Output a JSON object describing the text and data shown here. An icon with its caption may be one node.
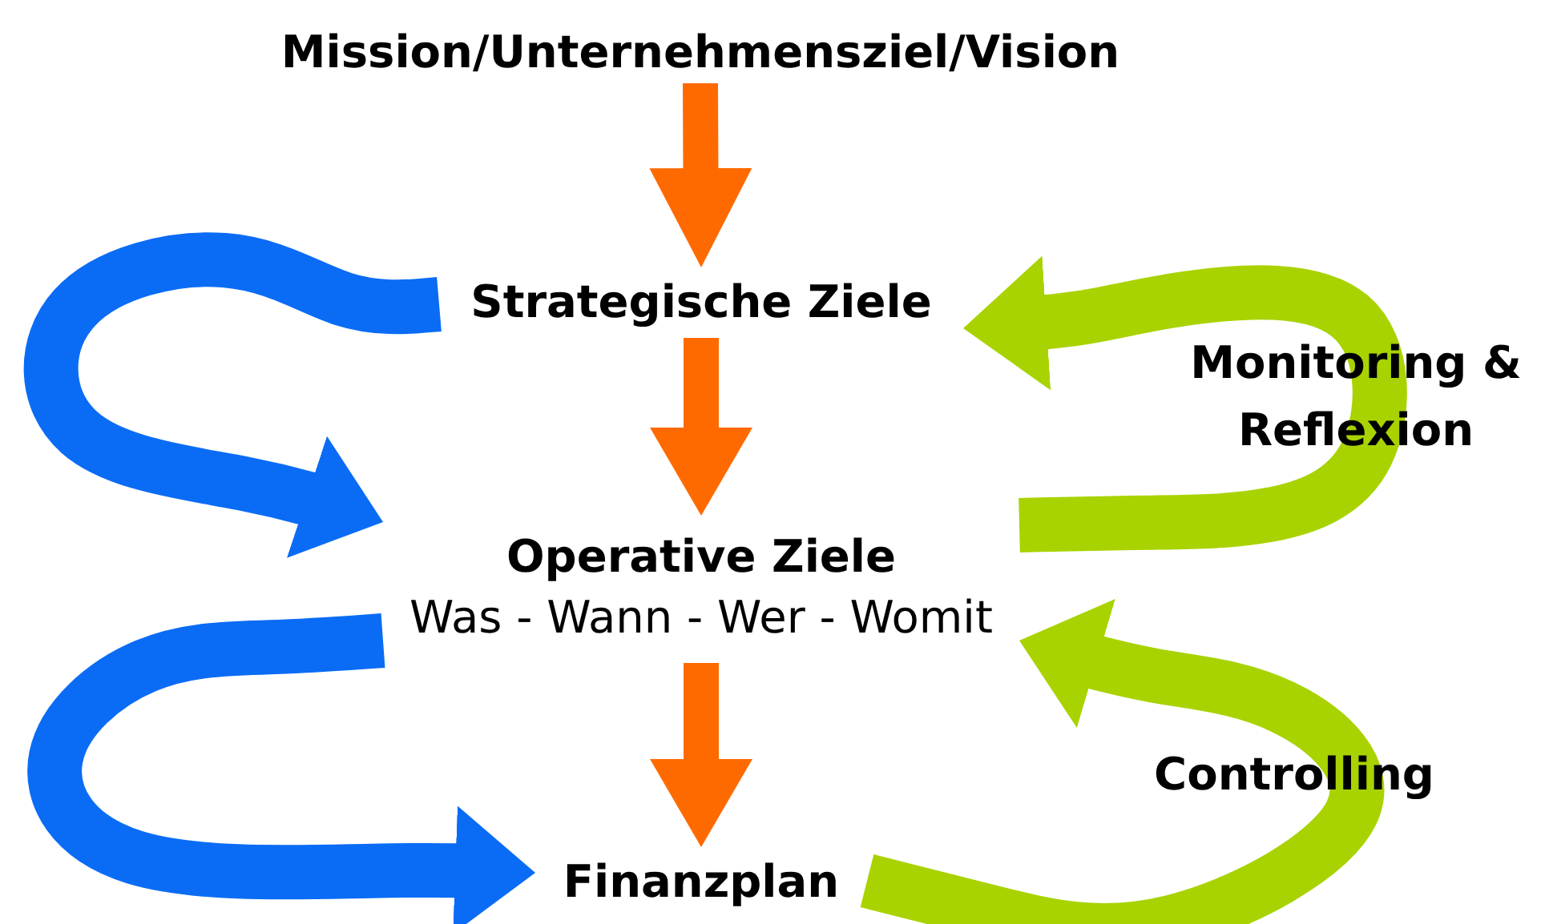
{
  "diagram": {
    "nodes": [
      {
        "text": [
          "Mission/Unternehmensziel/Vision"
        ]
      },
      {
        "text": [
          "Strategische Ziele"
        ]
      },
      {
        "text": [
          "Operative Ziele",
          "Was - Wann - Wer - Womit"
        ]
      },
      {
        "text": [
          "Finanzplan"
        ]
      }
    ],
    "edges": [
      {
        "from": 0,
        "to": 1,
        "arrow": "to"
      },
      {
        "from": 1,
        "to": 2,
        "arrow": "to"
      },
      {
        "from": 2,
        "to": 3,
        "arrow": "to"
      },
      {
        "from": 1,
        "to": 2,
        "arrow": "to",
        "color": "#0a6cf5"
      },
      {
        "from": 2,
        "to": 3,
        "arrow": "to",
        "color": "#0a6cf5"
      },
      {
        "from": 2,
        "to": 1,
        "arrow": "to",
        "color": "#a8d300",
        "label": "Monitoring & Reflexion"
      },
      {
        "from": 3,
        "to": 2,
        "arrow": "to",
        "color": "#a8d300",
        "label": "Controlling"
      }
    ]
  }
}
